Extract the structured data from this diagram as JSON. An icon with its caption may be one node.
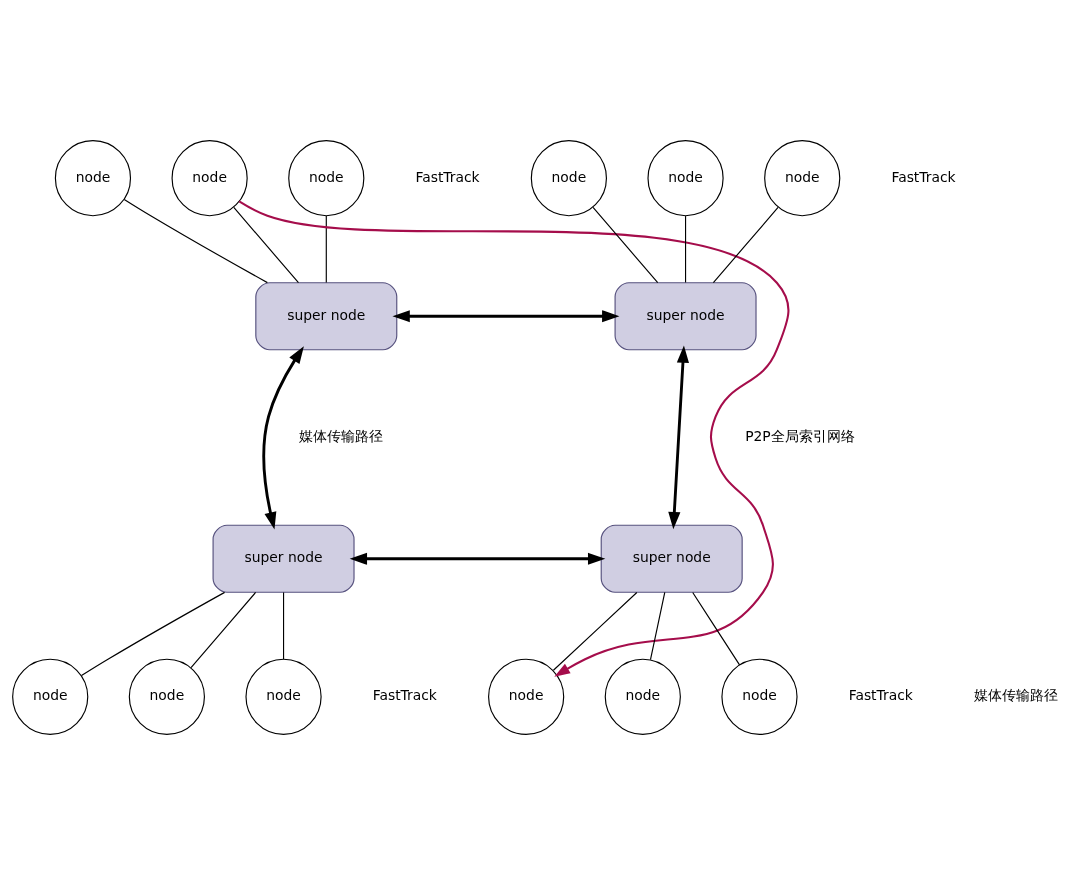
{
  "diagram": {
    "nodes": [
      {
        "text": [
          "node"
        ]
      },
      {
        "text": [
          "node"
        ]
      },
      {
        "text": [
          "node"
        ]
      },
      {
        "text": [
          "super node"
        ]
      },
      {
        "text": [
          "node"
        ]
      },
      {
        "text": [
          "node"
        ]
      },
      {
        "text": [
          "node"
        ]
      },
      {
        "text": [
          "super node"
        ]
      },
      {
        "text": [
          "super node"
        ]
      },
      {
        "text": [
          "node"
        ]
      },
      {
        "text": [
          "node"
        ]
      },
      {
        "text": [
          "node"
        ]
      },
      {
        "text": [
          "super node"
        ]
      },
      {
        "text": [
          "node"
        ]
      },
      {
        "text": [
          "node"
        ]
      },
      {
        "text": [
          "node"
        ]
      }
    ],
    "edges": [
      {
        "from": 0,
        "to": 3,
        "arrow": "none"
      },
      {
        "from": 1,
        "to": 3,
        "arrow": "none"
      },
      {
        "from": 2,
        "to": 3,
        "arrow": "none"
      },
      {
        "from": 4,
        "to": 7,
        "arrow": "none"
      },
      {
        "from": 5,
        "to": 7,
        "arrow": "none"
      },
      {
        "from": 6,
        "to": 7,
        "arrow": "none"
      },
      {
        "from": 3,
        "to": 7,
        "arrow": "both",
        "style": "thick"
      },
      {
        "from": 3,
        "to": 8,
        "arrow": "both",
        "style": "thick"
      },
      {
        "from": 7,
        "to": 12,
        "arrow": "both",
        "style": "thick"
      },
      {
        "from": 8,
        "to": 12,
        "arrow": "both",
        "style": "thick"
      },
      {
        "from": 8,
        "to": 9,
        "arrow": "none"
      },
      {
        "from": 8,
        "to": 10,
        "arrow": "none"
      },
      {
        "from": 8,
        "to": 11,
        "arrow": "none"
      },
      {
        "from": 12,
        "to": 13,
        "arrow": "none"
      },
      {
        "from": 12,
        "to": 14,
        "arrow": "none"
      },
      {
        "from": 12,
        "to": 15,
        "arrow": "none"
      },
      {
        "from": 2,
        "to": 15,
        "arrow": "to",
        "color": "#a50d4b"
      }
    ],
    "labels": [
      "FastTrack",
      "FastTrack",
      "媒体传输路径",
      "P2P全局索引网络",
      "FastTrack",
      "FastTrack",
      "媒体传输路径"
    ]
  }
}
